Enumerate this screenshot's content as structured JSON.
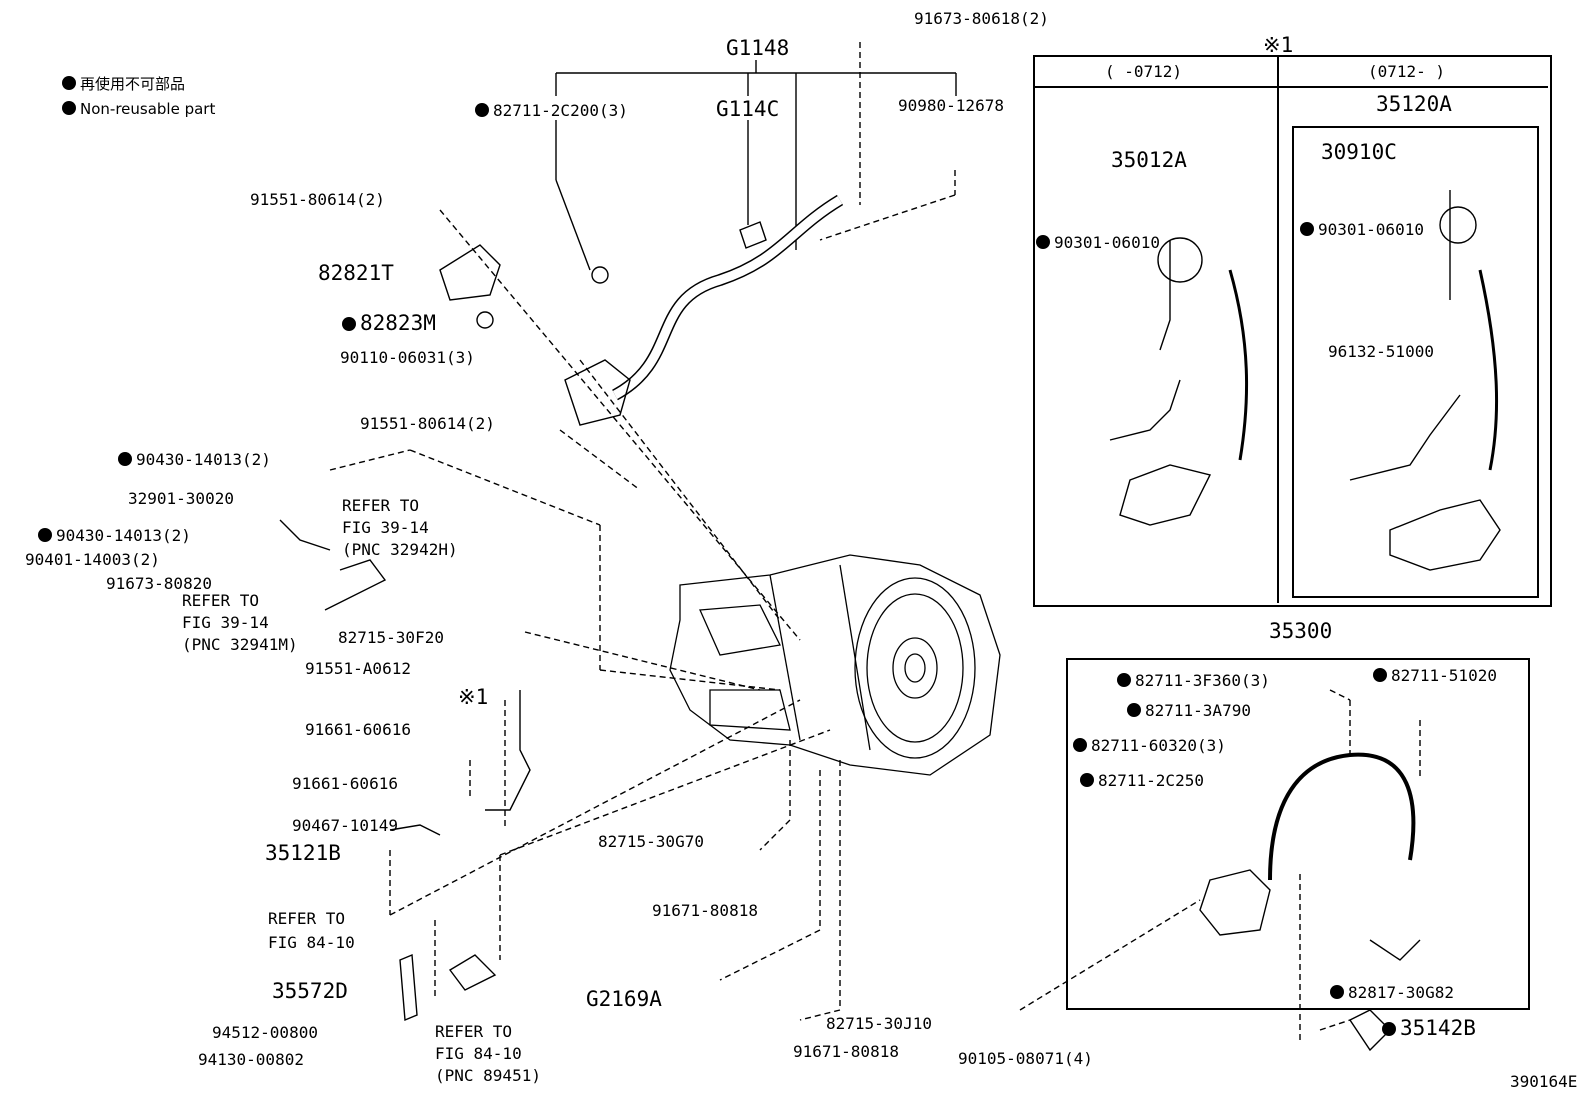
{
  "legend": {
    "jp": "再使用不可部品",
    "en": "Non-reusable part"
  },
  "figure_id": "390164E",
  "note_mark": "※1",
  "inset_left_range": "(      -0712)",
  "inset_right_range": "(0712-      )",
  "parts": {
    "g1148": "G1148",
    "g114c": "G114C",
    "p82711_2c200": "82711-2C200(3)",
    "p90980": "90980-12678",
    "p91673_80618": "91673-80618(2)",
    "p91551_80614a": "91551-80614(2)",
    "p82821t": "82821T",
    "p82823m": "82823M",
    "p90110": "90110-06031(3)",
    "p91551_80614b": "91551-80614(2)",
    "p90430a": "90430-14013(2)",
    "p32901": "32901-30020",
    "p90430b": "90430-14013(2)",
    "p90401": "90401-14003(2)",
    "p91673_80820": "91673-80820",
    "refer1a": "REFER TO",
    "refer1b": "FIG 39-14",
    "refer1c": "(PNC 32942H)",
    "refer2a": "REFER TO",
    "refer2b": "FIG 39-14",
    "refer2c": "(PNC 32941M)",
    "p82715_30f20": "82715-30F20",
    "p91551_a0612": "91551-A0612",
    "note_mark2": "※1",
    "p91661a": "91661-60616",
    "p91661b": "91661-60616",
    "p90467": "90467-10149",
    "p35121b": "35121B",
    "refer3a": "REFER TO",
    "refer3b": "FIG 84-10",
    "p35572d": "35572D",
    "p94512": "94512-00800",
    "p94130": "94130-00802",
    "refer4a": "REFER TO",
    "refer4b": "FIG 84-10",
    "refer4c": "(PNC 89451)",
    "p82715_30g70": "82715-30G70",
    "p91671a": "91671-80818",
    "g2169a": "G2169A",
    "p82715_30j10": "82715-30J10",
    "p91671b": "91671-80818",
    "p35012a": "35012A",
    "p90301a": "90301-06010",
    "p35120a": "35120A",
    "p30910c": "30910C",
    "p90301b": "90301-06010",
    "p96132": "96132-51000",
    "p35300": "35300",
    "p82711_3f360": "82711-3F360(3)",
    "p82711_51020": "82711-51020",
    "p82711_3a790": "82711-3A790",
    "p82711_60320": "82711-60320(3)",
    "p82711_2c250": "82711-2C250",
    "p82817": "82817-30G82",
    "p90105": "90105-08071(4)",
    "p35142b": "35142B"
  }
}
